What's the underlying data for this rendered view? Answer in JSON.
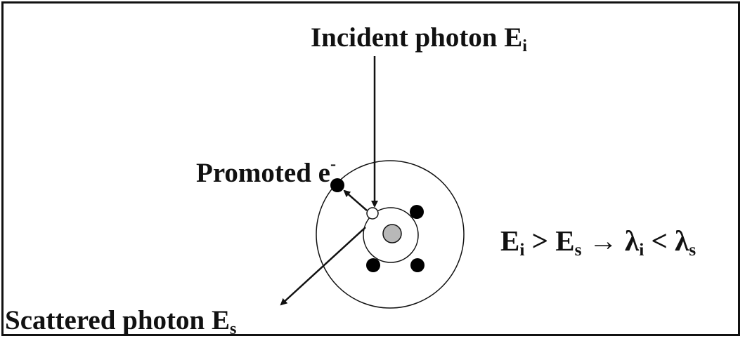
{
  "labels": {
    "incident": {
      "text": "Incident photon E",
      "sub": "i"
    },
    "promoted": {
      "text": "Promoted e",
      "sup": "-"
    },
    "scattered": {
      "text": "Scattered photon E",
      "sub": "s"
    },
    "relation": {
      "e1": "E",
      "e1_sub": "i",
      "gt": " > ",
      "e2": "E",
      "e2_sub": "s",
      "arrow": " → ",
      "l1": "λ",
      "l1_sub": "i",
      "lt": " < ",
      "l2": "λ",
      "l2_sub": "s"
    }
  },
  "colors": {
    "stroke": "#111111",
    "nucleus_fill": "#b8b8b8",
    "electron_fill": "#000000",
    "vacancy_fill": "#ffffff"
  }
}
